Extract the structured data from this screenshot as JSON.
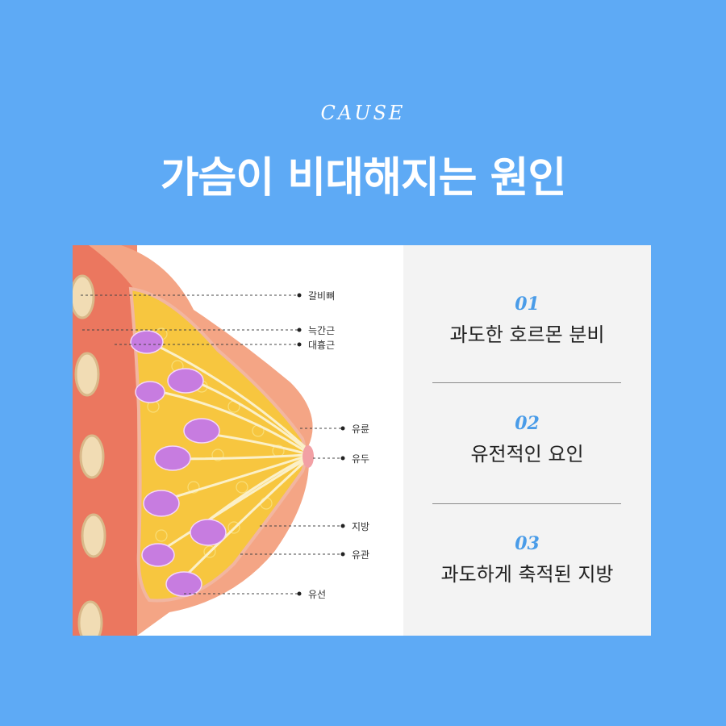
{
  "header": {
    "eyebrow": "CAUSE",
    "title": "가슴이 비대해지는 원인"
  },
  "anatomy": {
    "labels": {
      "rib": "갈비뼈",
      "intercostal": "늑간근",
      "pectoral": "대흉근",
      "areola": "유륜",
      "nipple": "유두",
      "fat": "지방",
      "duct": "유관",
      "gland": "유선"
    }
  },
  "causes": [
    {
      "num": "01",
      "text": "과도한 호르몬 분비"
    },
    {
      "num": "02",
      "text": "유전적인 요인"
    },
    {
      "num": "03",
      "text": "과도하게 축적된 지방"
    }
  ],
  "colors": {
    "background": "#5eaaf5",
    "accent": "#4a9ce8",
    "panel": "#f3f3f3"
  }
}
